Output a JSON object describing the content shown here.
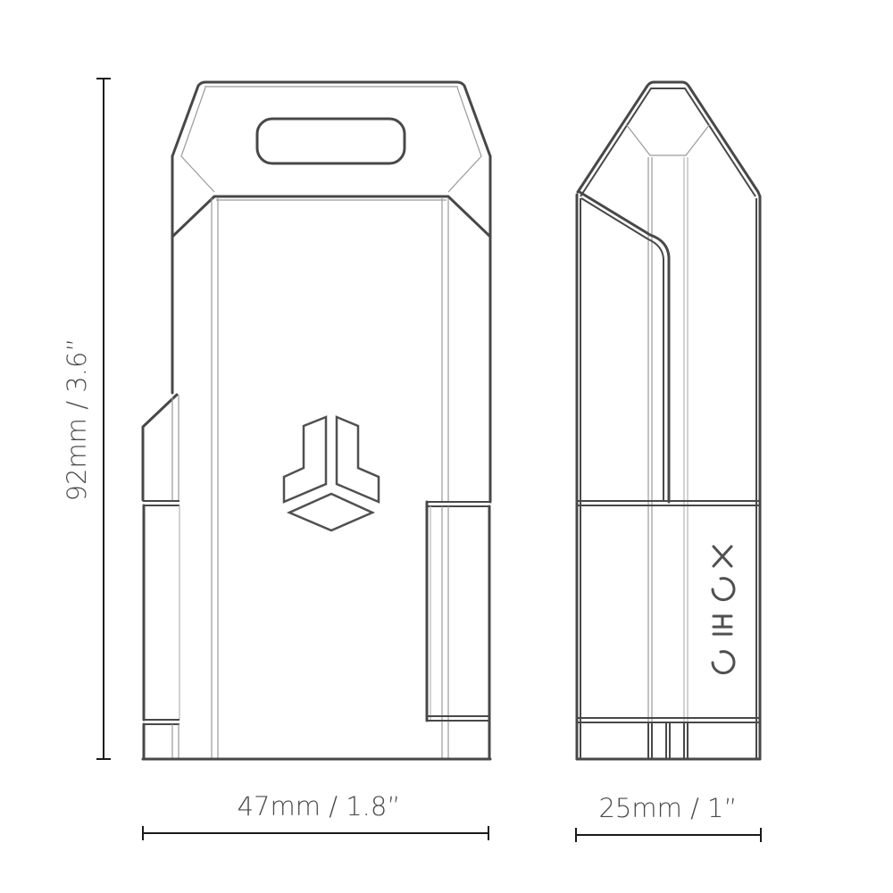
{
  "drawing": {
    "title": "Product dimension drawing",
    "views": [
      {
        "name": "front-view",
        "description": "Front view with handle cutout and logo"
      },
      {
        "name": "side-view",
        "description": "Side profile view with OHOX branding"
      }
    ],
    "dimensions": {
      "height": {
        "label": "92mm / 3.6”",
        "mm": 92,
        "in": 3.6
      },
      "width": {
        "label": "47mm / 1.8”",
        "mm": 47,
        "in": 1.8
      },
      "depth": {
        "label": "25mm / 1”",
        "mm": 25,
        "in": 1
      }
    },
    "branding": {
      "text": "OHOX",
      "orientation": "rotated-90"
    },
    "colors": {
      "line_dark": "#484848",
      "line_light": "#9a9a9a",
      "dimension_line": "#1a1a1a",
      "label": "#4a4a4a",
      "background": "#ffffff"
    }
  }
}
